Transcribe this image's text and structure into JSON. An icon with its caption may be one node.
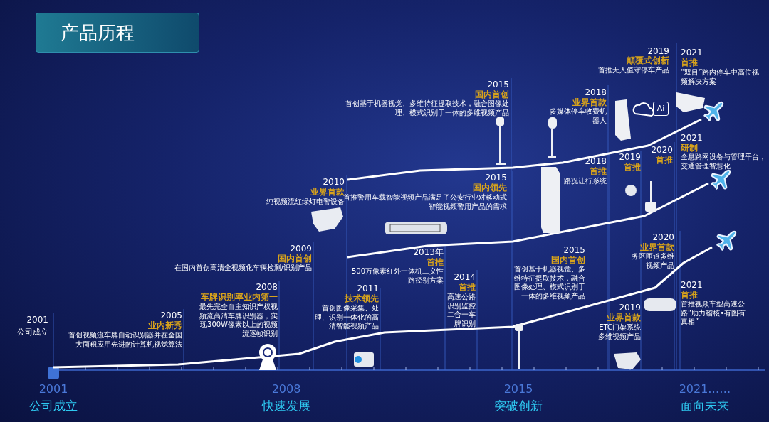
{
  "diagram": {
    "title": "产品历程",
    "labels": [
      "2001",
      "公司成立",
      "2005",
      "业内新秀",
      "首创视频流车牌自动识别器并在全国大面积应用先进的计算机视觉算法",
      "2008",
      "车牌识别率业内第一",
      "最先完全自主知识产权视频流高清车牌识别器，实现300W像素以上的视频流逐帧识别",
      "2009",
      "国内首创",
      "在国内首创高清全视频化车辆检测/识别产品",
      "2010",
      "业界首款",
      "纯视频流红绿灯电警设备",
      "2011",
      "技术领先",
      "首创图像采集、处理、识别一体化的高清智能视频产品",
      "2013年",
      "首推",
      "500万像素红外一体机二义性路径别方案",
      "2014",
      "首推",
      "高速公路识别监控二合一车牌识别",
      "2015",
      "国内首创",
      "首创基于机器视觉、多维特征提取技术，融合图像处理、模式识别于一体的多维视频产品",
      "2015",
      "国内领先",
      "首推警用车载智能视频产品满足了公安行业对移动式智能视频警用产品的需求",
      "2015",
      "国内首创",
      "首创基于机器视觉、多维特征提取技术，融合图像处理、模式识别于一体的多维视频产品",
      "2018",
      "业界首款",
      "多媒体停车收费机器人",
      "2018",
      "首推",
      "路况让行系统",
      "2019",
      "颠覆式创新",
      "首推无人值守停车产品",
      "Ai",
      "2021",
      "首推",
      "“双目”路内停车中高位视频解决方案",
      "2019",
      "首推",
      "2020",
      "首推",
      "2021",
      "研制",
      "全息路网设备与管理平台，交通管理智慧化",
      "2020",
      "业界首款",
      "务区匝道多维视频产品",
      "2019",
      "业界首款",
      "ETC门架系统多维视频产品",
      "2021",
      "首推",
      "首推视频车型高速公路“助力稽核•有图有真相”",
      "2001",
      "公司成立",
      "2008",
      "快速发展",
      "2015",
      "突破创新",
      "2021……",
      "面向未来"
    ]
  }
}
